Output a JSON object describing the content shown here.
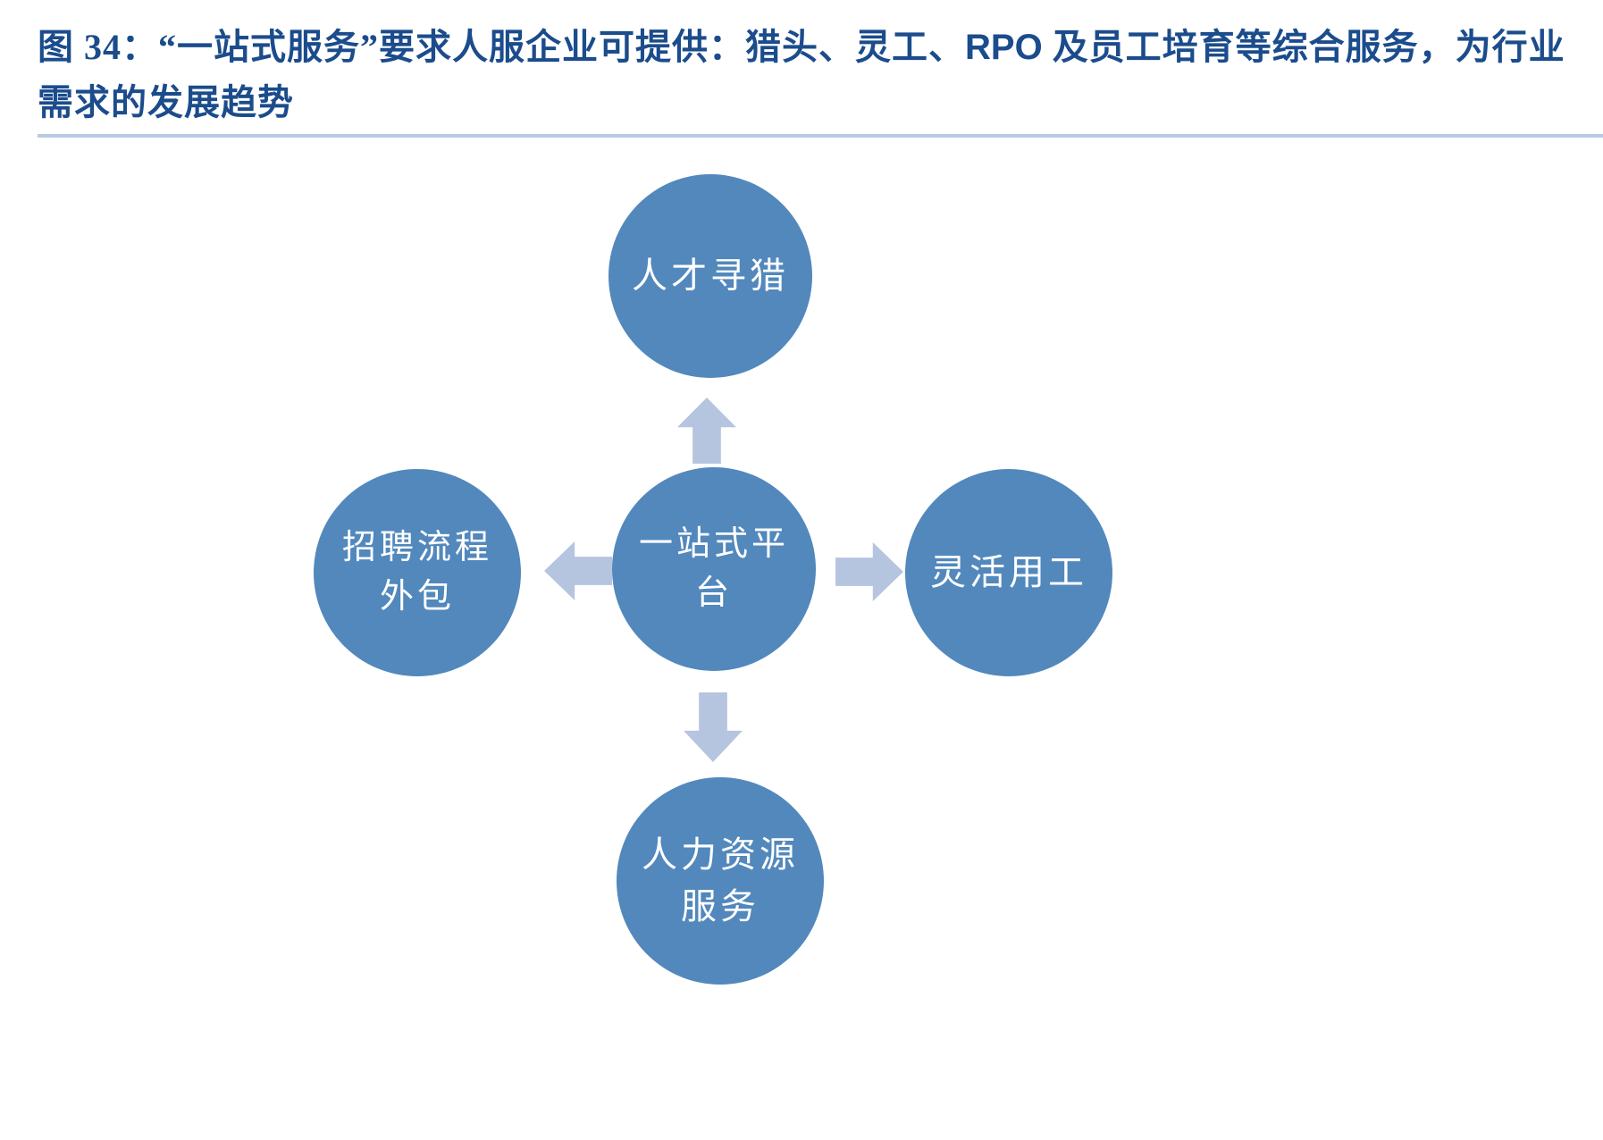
{
  "header": {
    "figure_label": "图 34：",
    "title_line1": "图 34：“一站式服务”要求人服企业可提供：猎头、灵工、RPO 及员工培育等综合",
    "title_line2": "服务，为行业需求的发展趋势",
    "title_full": "图 34：“一站式服务”要求人服企业可提供：猎头、灵工、RPO 及员工培育等综合服务，为行业需求的发展趋势",
    "title_color": "#1B4C8C",
    "rule_color": "#B9CBE4"
  },
  "diagram": {
    "type": "hub-and-spoke",
    "node_fill": "#5288BC",
    "node_text_color": "#FFFFFF",
    "arrow_fill": "#B6C5DF",
    "center": {
      "id": "one-stop-platform",
      "label": "一站式平台"
    },
    "spokes": [
      {
        "id": "talent-hunting",
        "label": "人才寻猎",
        "direction": "up",
        "arrow": "arrow-up-icon"
      },
      {
        "id": "flexible-staffing",
        "label": "灵活用工",
        "direction": "right",
        "arrow": "arrow-right-icon"
      },
      {
        "id": "hr-services",
        "label": "人力资源服务",
        "direction": "down",
        "arrow": "arrow-down-icon"
      },
      {
        "id": "rpo-outsourcing",
        "label": "招聘流程外包",
        "direction": "left",
        "arrow": "arrow-left-icon"
      }
    ]
  },
  "chart_data": {
    "type": "diagram",
    "title": "图 34：“一站式服务”要求人服企业可提供：猎头、灵工、RPO 及员工培育等综合服务，为行业需求的发展趋势",
    "center_node": "一站式平台",
    "nodes": [
      "一站式平台",
      "人才寻猎",
      "灵活用工",
      "人力资源服务",
      "招聘流程外包"
    ],
    "edges": [
      {
        "from": "一站式平台",
        "to": "人才寻猎",
        "style": "block-arrow",
        "direction": "up"
      },
      {
        "from": "一站式平台",
        "to": "灵活用工",
        "style": "block-arrow",
        "direction": "right"
      },
      {
        "from": "一站式平台",
        "to": "人力资源服务",
        "style": "block-arrow",
        "direction": "down"
      },
      {
        "from": "一站式平台",
        "to": "招聘流程外包",
        "style": "block-arrow",
        "direction": "left"
      }
    ],
    "legend": [],
    "xlabel": "",
    "ylabel": ""
  }
}
